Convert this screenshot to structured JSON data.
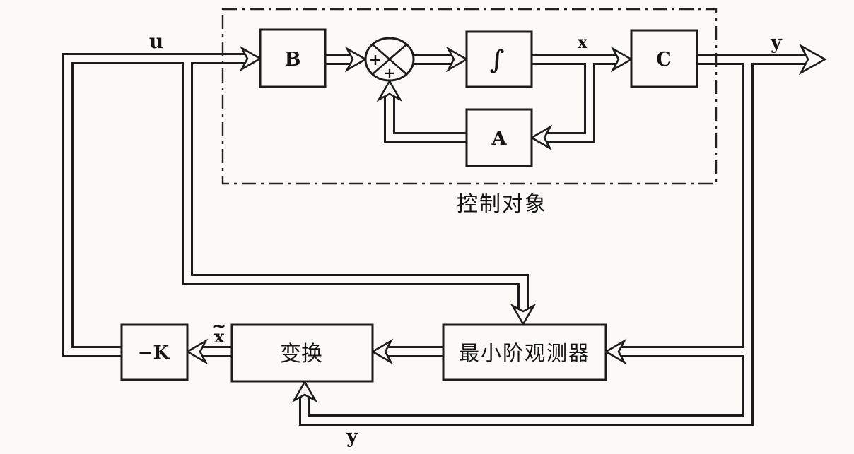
{
  "colors": {
    "background": "#fbfaf7",
    "line": "#1c1c1c"
  },
  "plant": {
    "label": "控制对象"
  },
  "blocks": {
    "b": {
      "label": "B"
    },
    "integrator": {
      "label": "∫"
    },
    "c": {
      "label": "C"
    },
    "a": {
      "label": "A"
    },
    "gain": {
      "label": "−K"
    },
    "transform": {
      "label": "变换"
    },
    "observer": {
      "label": "最小阶观测器"
    }
  },
  "summing_junction": {
    "sign_left": "+",
    "sign_bottom": "+"
  },
  "signals": {
    "u": "u",
    "x": "x",
    "y_output": "y",
    "y_feedback": "y",
    "x_tilde_base": "x",
    "x_tilde_accent": "~"
  }
}
